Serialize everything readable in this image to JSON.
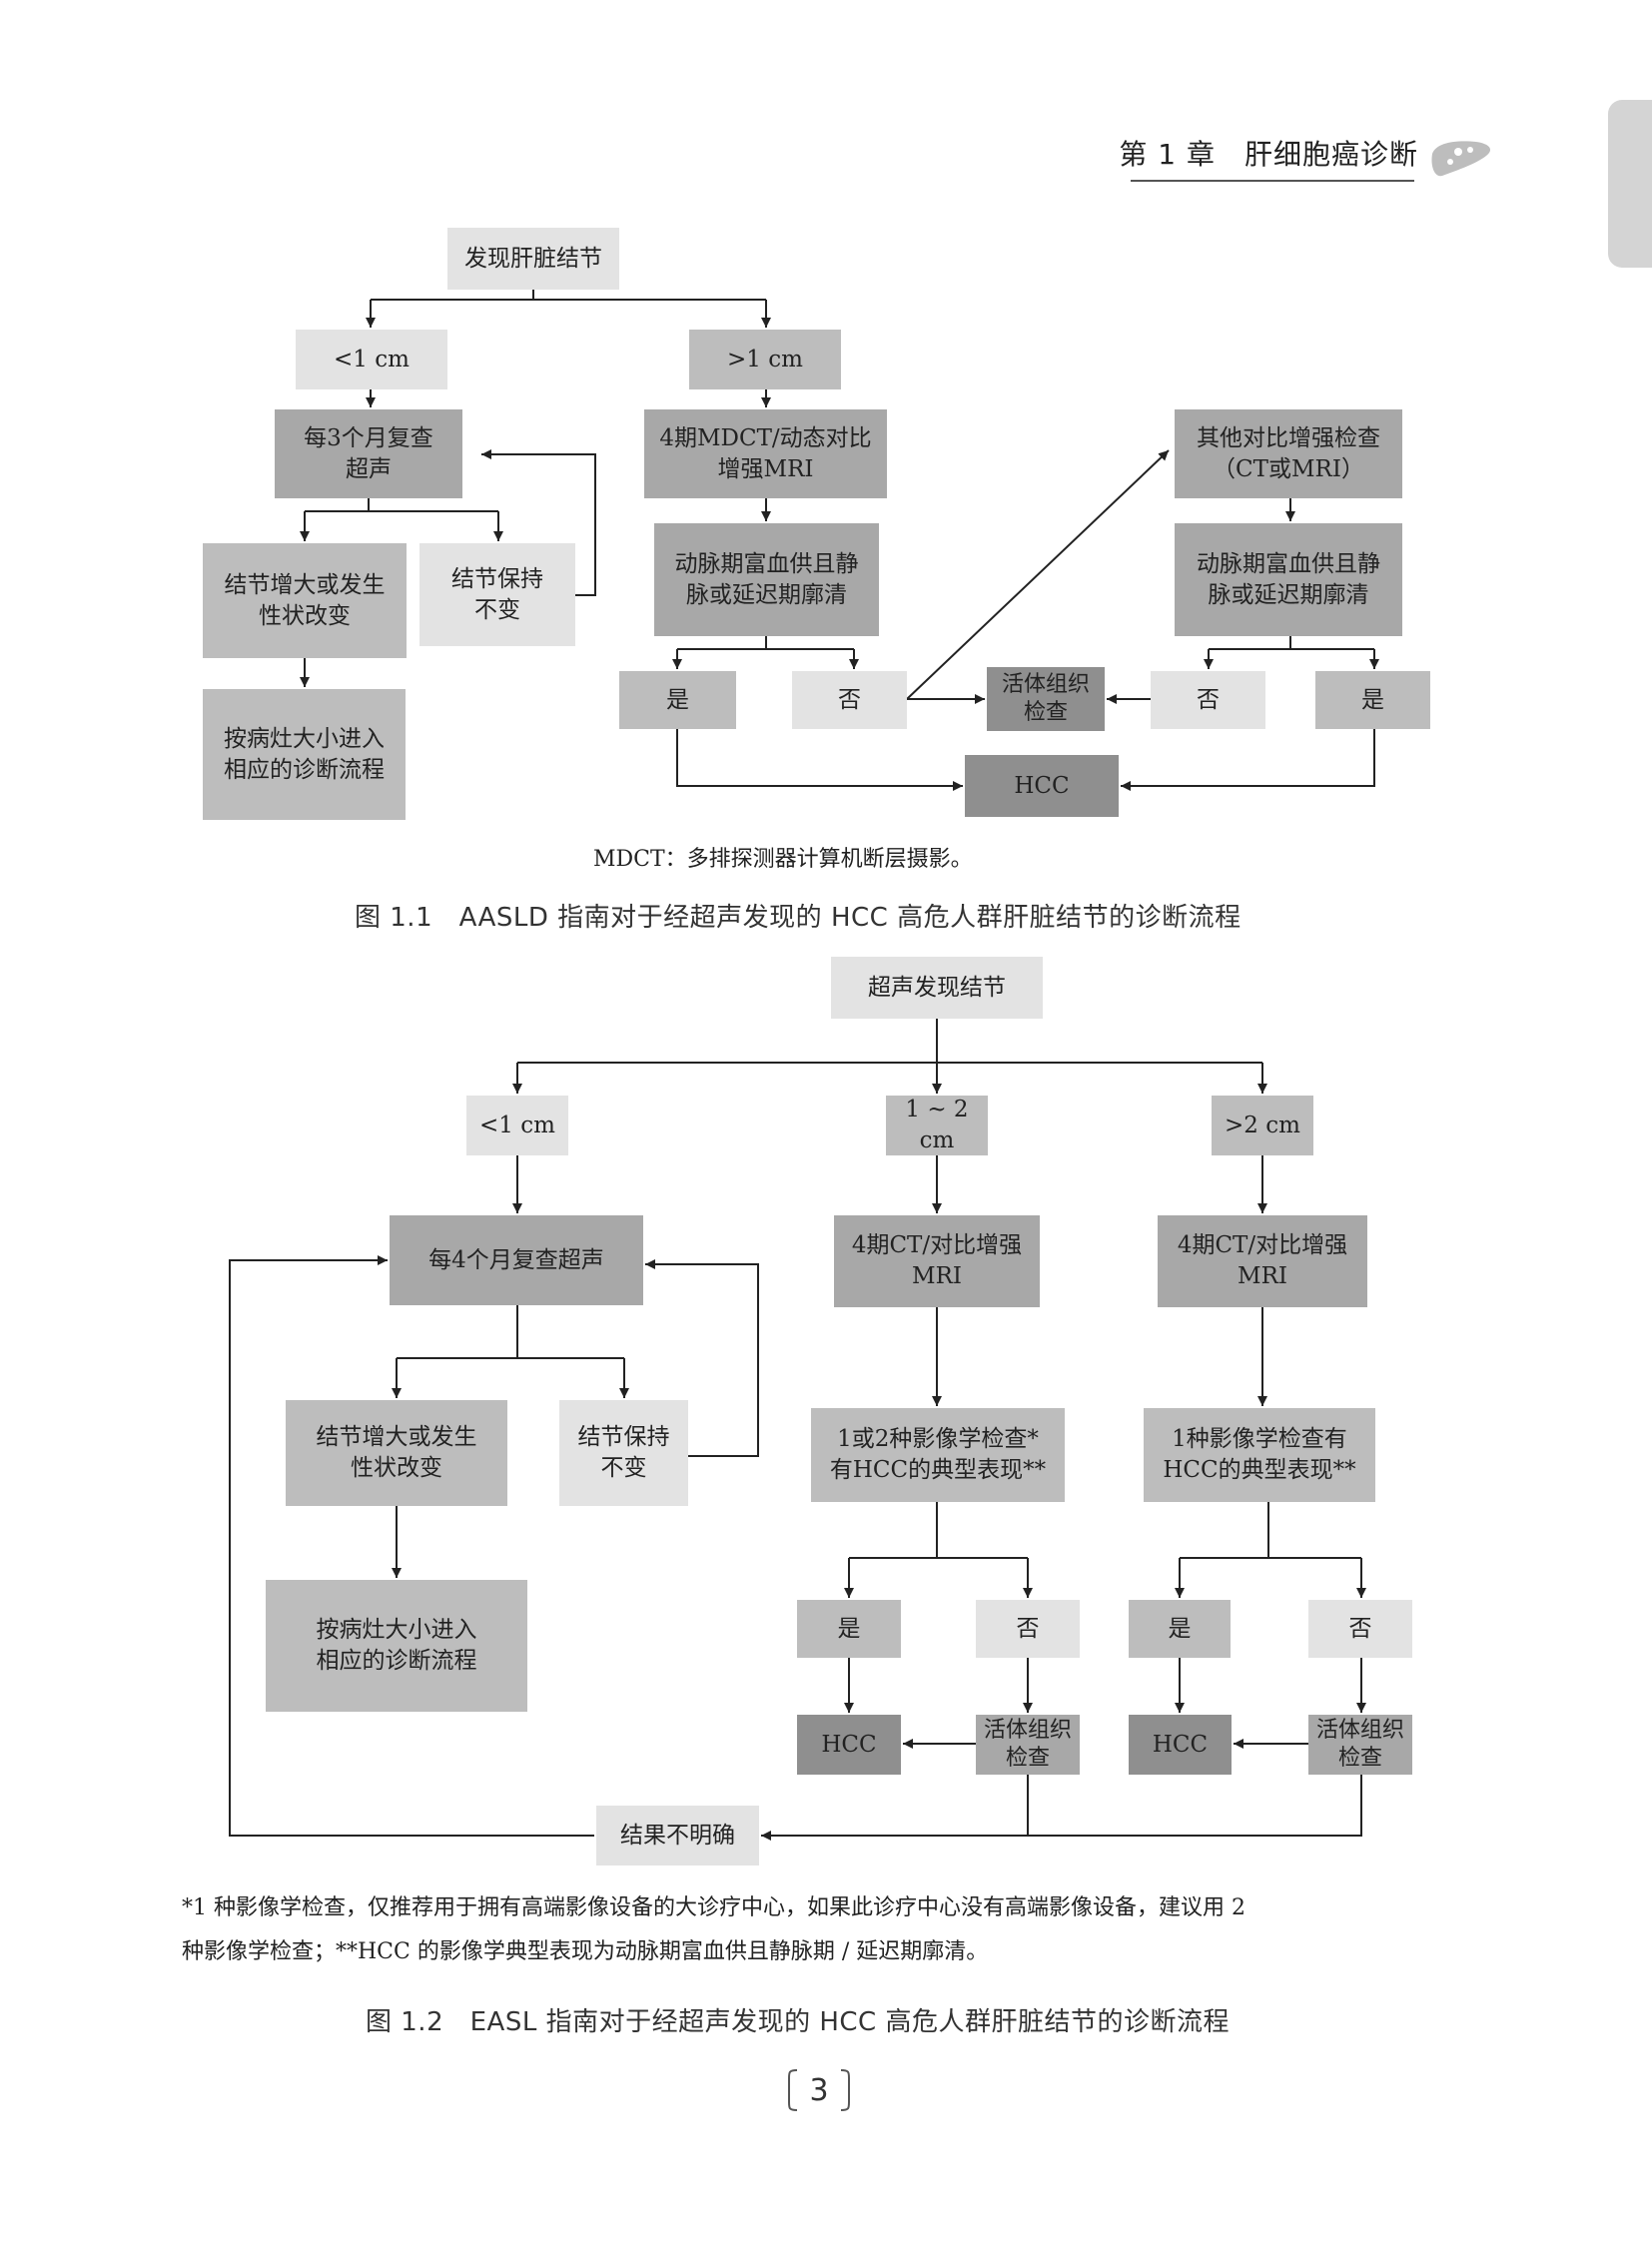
{
  "header": {
    "chapter_title": "第 1 章　肝细胞癌诊断",
    "liver_icon": "liver-icon"
  },
  "figure1": {
    "start": "发现肝脏结节",
    "small": "<1 cm",
    "large": ">1 cm",
    "recheck": "每3个月复查\n超声",
    "grow": "结节增大或发生\n性状改变",
    "stable": "结节保持\n不变",
    "followup": "按病灶大小进入\n相应的诊断流程",
    "mdct": "4期MDCT/动态对比\n增强MRI",
    "enhance1": "动脉期富血供且静\n脉或延迟期廓清",
    "yes1": "是",
    "no1": "否",
    "other": "其他对比增强检查\n（CT或MRI）",
    "enhance2": "动脉期富血供且静\n脉或延迟期廓清",
    "no2": "否",
    "yes2": "是",
    "biopsy": "活体组织\n检查",
    "hcc": "HCC",
    "abbr_note": "MDCT：多排探测器计算机断层摄影。",
    "caption": "图 1.1　AASLD 指南对于经超声发现的 HCC 高危人群肝脏结节的诊断流程"
  },
  "figure2": {
    "start": "超声发现结节",
    "small": "<1 cm",
    "mid": "1 ~ 2 cm",
    "large": ">2 cm",
    "recheck": "每4个月复查超声",
    "grow": "结节增大或发生\n性状改变",
    "stable": "结节保持\n不变",
    "followup": "按病灶大小进入\n相应的诊断流程",
    "ct_mid": "4期CT/对比增强\nMRI",
    "ct_large": "4期CT/对比增强\nMRI",
    "img_mid": "1或2种影像学检查*\n有HCC的典型表现**",
    "img_large": "1种影像学检查有\nHCC的典型表现**",
    "yes_mid": "是",
    "no_mid": "否",
    "yes_large": "是",
    "no_large": "否",
    "hcc_mid": "HCC",
    "biopsy_mid": "活体组织\n检查",
    "hcc_large": "HCC",
    "biopsy_large": "活体组织\n检查",
    "unclear": "结果不明确",
    "footnote_line1": "*1 种影像学检查，仅推荐用于拥有高端影像设备的大诊疗中心，如果此诊疗中心没有高端影像设备，建议用 2",
    "footnote_line2": "种影像学检查；**HCC 的影像学典型表现为动脉期富血供且静脉期 / 延迟期廓清。",
    "caption": "图 1.2　EASL 指南对于经超声发现的 HCC 高危人群肝脏结节的诊断流程"
  },
  "page": {
    "number": "3"
  }
}
